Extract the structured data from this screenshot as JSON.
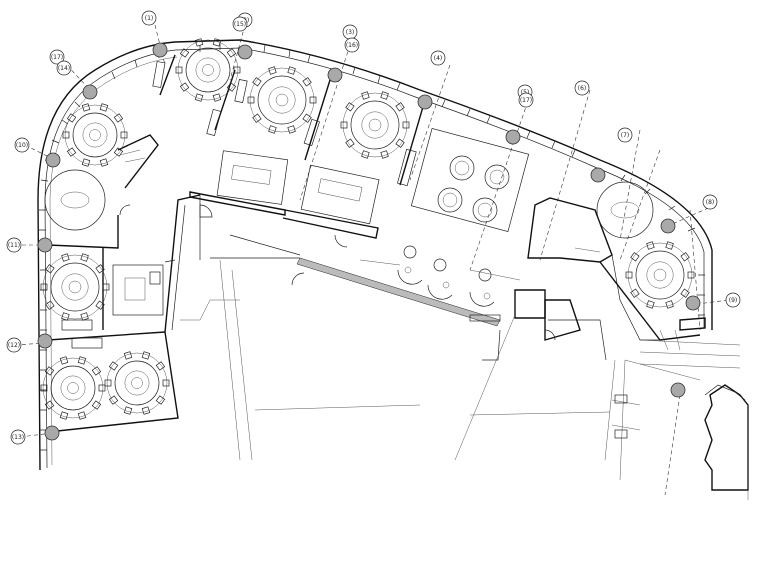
{
  "grid_labels": [
    "(1)",
    "(2)",
    "(3)",
    "(4)",
    "(5)",
    "(6)",
    "(7)",
    "(8)",
    "(9)",
    "(10)",
    "(11)",
    "(12)",
    "(13)",
    "(14)",
    "(15)",
    "(16)",
    "(17)"
  ]
}
